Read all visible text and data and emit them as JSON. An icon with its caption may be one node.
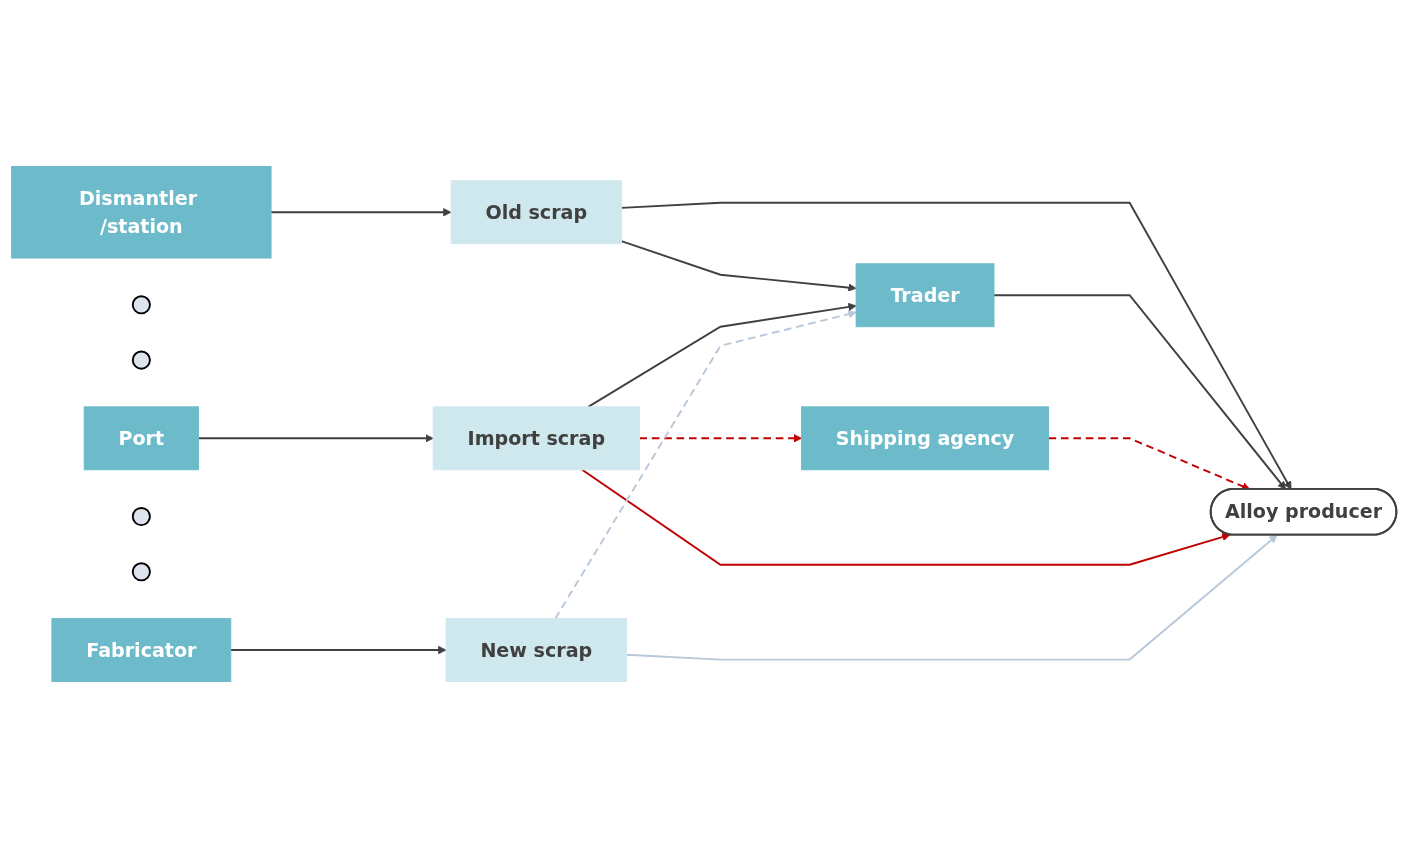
{
  "diagram": {
    "nodes": [
      {
        "text": [
          "Dismantler /station"
        ]
      },
      {
        "text": [
          "Old scrap"
        ]
      },
      {
        "text": [],
        "shape": "circle"
      },
      {
        "text": [],
        "shape": "circle"
      },
      {
        "text": [
          "Port"
        ]
      },
      {
        "text": [
          "Import scrap"
        ]
      },
      {
        "text": [
          "Trader"
        ]
      },
      {
        "text": [
          "Alloy producer"
        ]
      },
      {
        "text": [],
        "shape": "circle"
      },
      {
        "text": [
          "Shipping agency"
        ]
      },
      {
        "text": [],
        "shape": "circle"
      },
      {
        "text": [
          "Fabricator"
        ]
      },
      {
        "text": [
          "New scrap"
        ]
      }
    ],
    "edges": [
      {
        "from": 0,
        "to": 1,
        "arrow": "to"
      },
      {
        "from": 1,
        "to": 6,
        "arrow": "to"
      },
      {
        "from": 1,
        "to": 7,
        "arrow": "to"
      },
      {
        "from": 4,
        "to": 5,
        "arrow": "to"
      },
      {
        "from": 5,
        "to": 6,
        "arrow": "to"
      },
      {
        "from": 6,
        "to": 7,
        "arrow": "to"
      },
      {
        "from": 5,
        "to": 9,
        "arrow": "to",
        "style": "dashed",
        "color": "#c00000"
      },
      {
        "from": 9,
        "to": 7,
        "arrow": "to",
        "style": "dashed",
        "color": "#c00000"
      },
      {
        "from": 5,
        "to": 7,
        "arrow": "to",
        "color": "#c00000"
      },
      {
        "from": 12,
        "to": 6,
        "arrow": "to",
        "style": "dashed",
        "color": "#b8c8d8"
      },
      {
        "from": 12,
        "to": 7,
        "arrow": "to",
        "color": "#b8c8d8"
      },
      {
        "from": 11,
        "to": 12,
        "arrow": "to"
      }
    ]
  }
}
